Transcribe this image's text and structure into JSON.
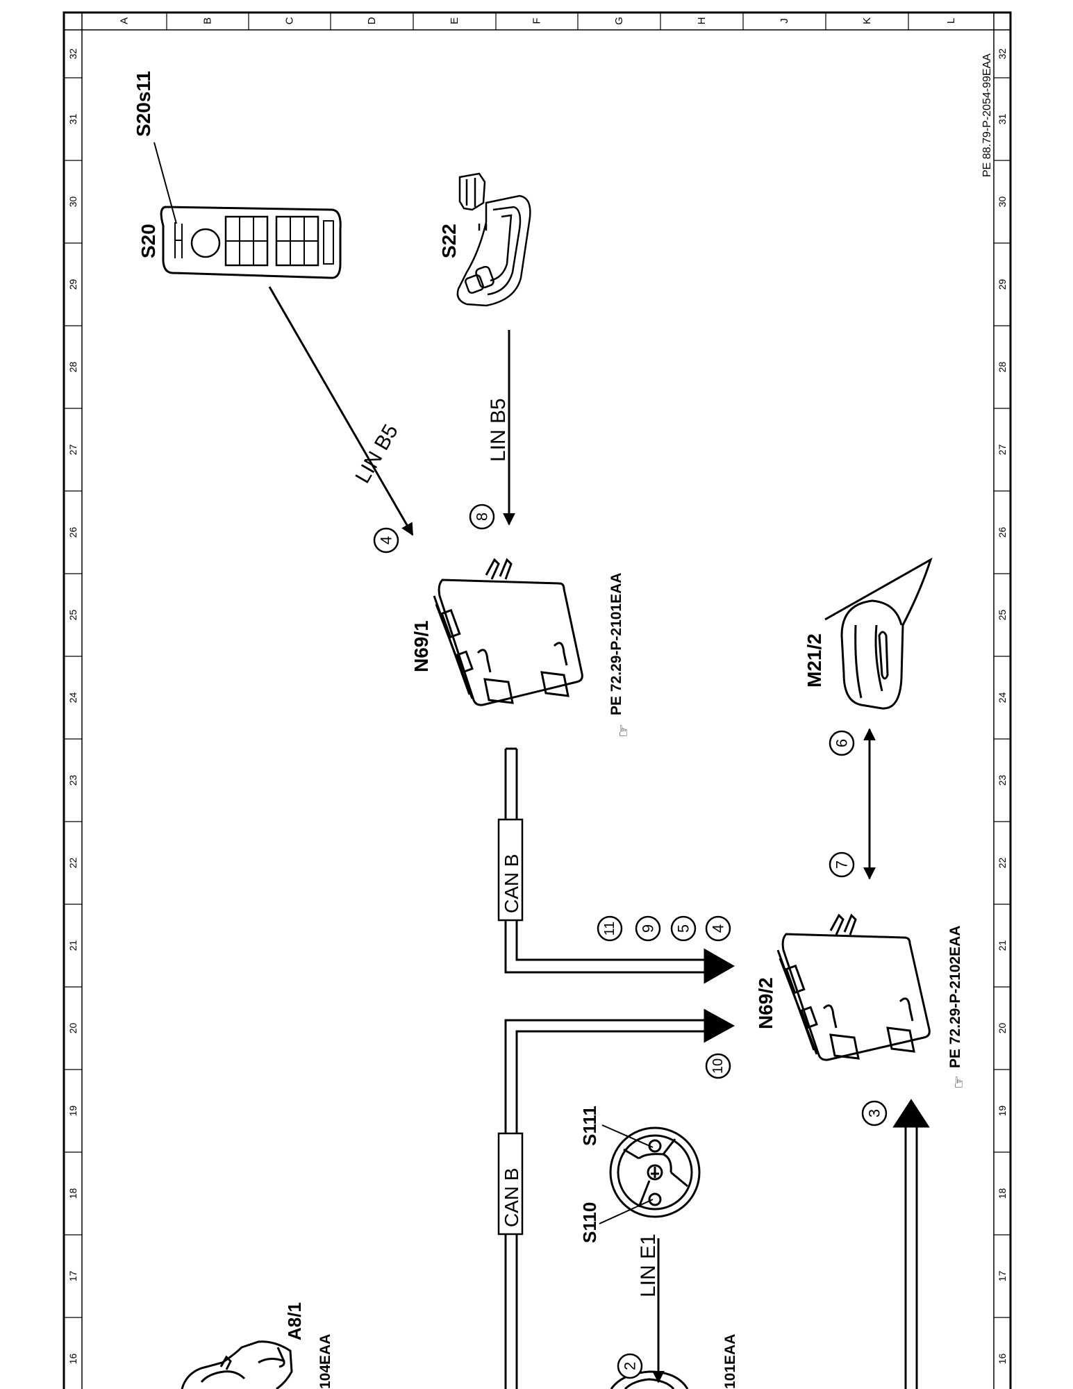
{
  "frame": {
    "columns": [
      "A",
      "B",
      "C",
      "D",
      "E",
      "F",
      "G",
      "H",
      "J",
      "K",
      "L"
    ],
    "rows": [
      "32",
      "31",
      "30",
      "29",
      "28",
      "27",
      "26",
      "25",
      "24",
      "23",
      "22",
      "21",
      "20",
      "19",
      "18",
      "17",
      "16"
    ],
    "doc_ref": "PE 88.79-P-2054-99EAA"
  },
  "components": {
    "s20s11": "S20s11",
    "s20": "S20",
    "s22": "S22",
    "n69_1": "N69/1",
    "n69_1_ref": "PE  72.29-P-2101EAA",
    "m21_2": "M21/2",
    "n69_2": "N69/2",
    "n69_2_ref": "PE  72.29-P-2102EAA",
    "s110": "S110",
    "s111": "S111",
    "a8_1": "A8/1",
    "a8_1_ref_partial": "104EAA",
    "bottom_ref_partial": "101EAA"
  },
  "buses": {
    "lin_b5_diag": "LIN  B5",
    "lin_b5_vert": "LIN  B5",
    "can_b_upper": "CAN B",
    "can_b_lower": "CAN B",
    "lin_e1": "LIN  E1"
  },
  "steps": {
    "s4a": "4",
    "s8": "8",
    "s6": "6",
    "s7": "7",
    "s11": "11",
    "s9": "9",
    "s5": "5",
    "s4b": "4",
    "s10": "10",
    "s3": "3",
    "s2": "2"
  }
}
